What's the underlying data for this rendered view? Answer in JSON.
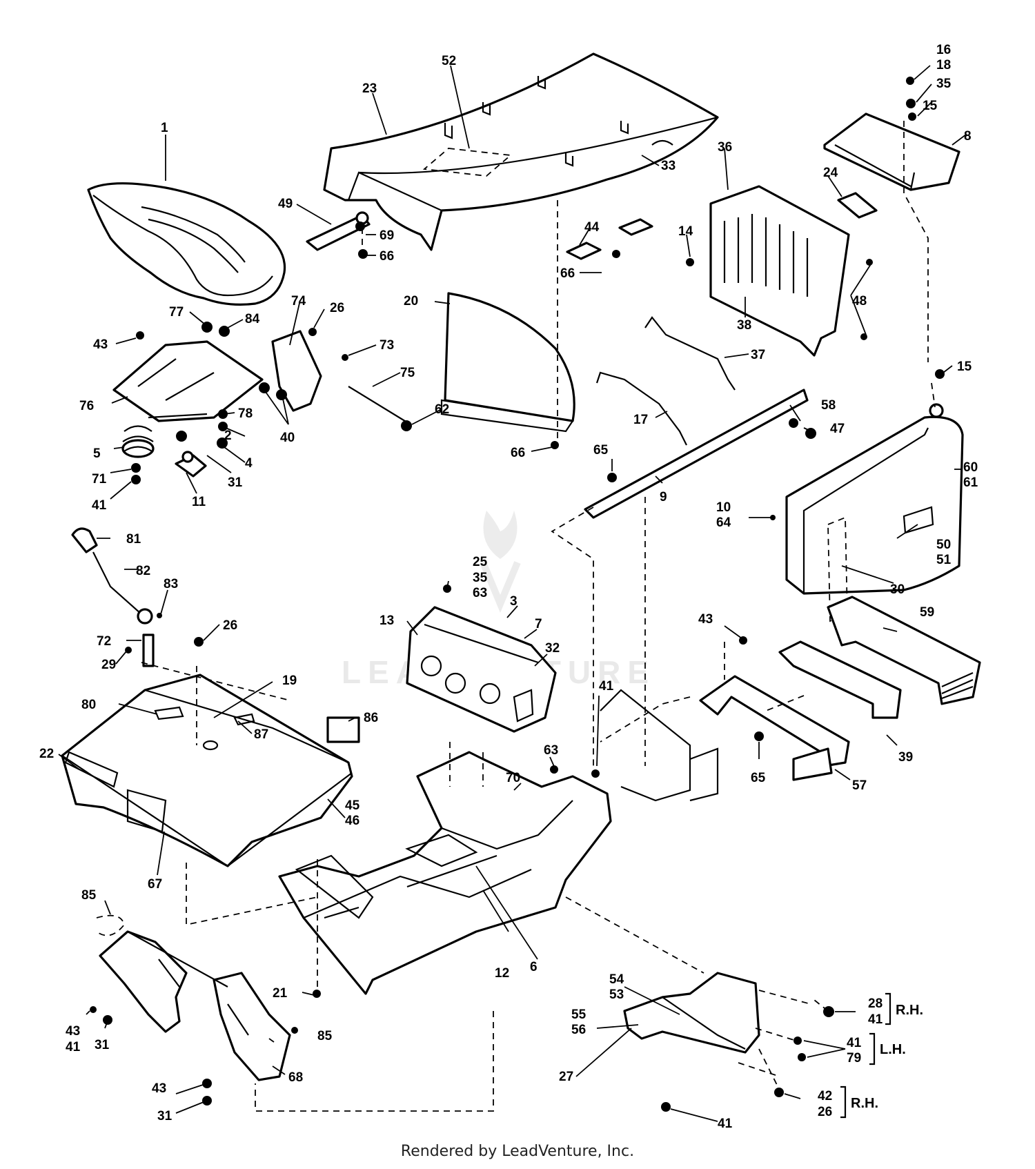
{
  "watermark": "LEADVENTURE",
  "footer": "Rendered by LeadVenture, Inc.",
  "side_labels": {
    "rh": "R.H.",
    "lh": "L.H."
  },
  "callouts": [
    "1",
    "2",
    "3",
    "4",
    "5",
    "6",
    "7",
    "8",
    "9",
    "10",
    "11",
    "12",
    "13",
    "14",
    "15",
    "16",
    "17",
    "18",
    "19",
    "20",
    "21",
    "22",
    "23",
    "24",
    "25",
    "26",
    "27",
    "28",
    "29",
    "30",
    "31",
    "32",
    "33",
    "35",
    "36",
    "37",
    "38",
    "39",
    "40",
    "41",
    "42",
    "43",
    "44",
    "45",
    "46",
    "47",
    "48",
    "49",
    "50",
    "51",
    "52",
    "53",
    "54",
    "55",
    "56",
    "57",
    "58",
    "59",
    "60",
    "61",
    "62",
    "63",
    "64",
    "65",
    "66",
    "67",
    "68",
    "69",
    "70",
    "71",
    "72",
    "73",
    "74",
    "75",
    "76",
    "77",
    "78",
    "79",
    "80",
    "81",
    "82",
    "83",
    "84",
    "85",
    "86",
    "87"
  ]
}
